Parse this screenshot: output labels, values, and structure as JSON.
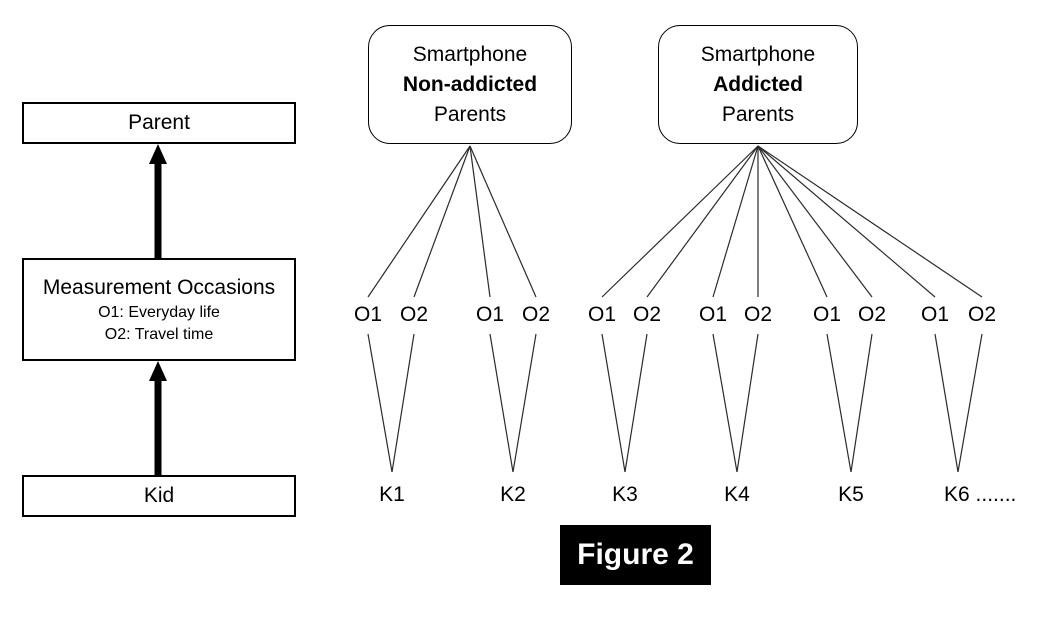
{
  "figure": {
    "label": "Figure 2"
  },
  "legend_column": {
    "parent_box": {
      "label": "Parent"
    },
    "measurement_box": {
      "title": "Measurement Occasions",
      "occasion1": "O1: Everyday life",
      "occasion2": "O2: Travel time"
    },
    "kid_box": {
      "label": "Kid"
    }
  },
  "groups": [
    {
      "title": {
        "line1": "Smartphone",
        "line2": "Non-addicted",
        "line3": "Parents"
      },
      "kids": [
        {
          "label": "K1",
          "occasions": [
            "O1",
            "O2"
          ]
        },
        {
          "label": "K2",
          "occasions": [
            "O1",
            "O2"
          ]
        }
      ]
    },
    {
      "title": {
        "line1": "Smartphone",
        "line2": "Addicted",
        "line3": "Parents"
      },
      "kids": [
        {
          "label": "K3",
          "occasions": [
            "O1",
            "O2"
          ]
        },
        {
          "label": "K4",
          "occasions": [
            "O1",
            "O2"
          ]
        },
        {
          "label": "K5",
          "occasions": [
            "O1",
            "O2"
          ]
        },
        {
          "label": "K6 .......",
          "occasions": [
            "O1",
            "O2"
          ]
        }
      ]
    }
  ],
  "colors": {
    "background": "#ffffff",
    "line": "#2b2b2b",
    "box_border": "#000000",
    "arrow": "#000000",
    "figure_bg": "#000000",
    "figure_text": "#ffffff"
  }
}
